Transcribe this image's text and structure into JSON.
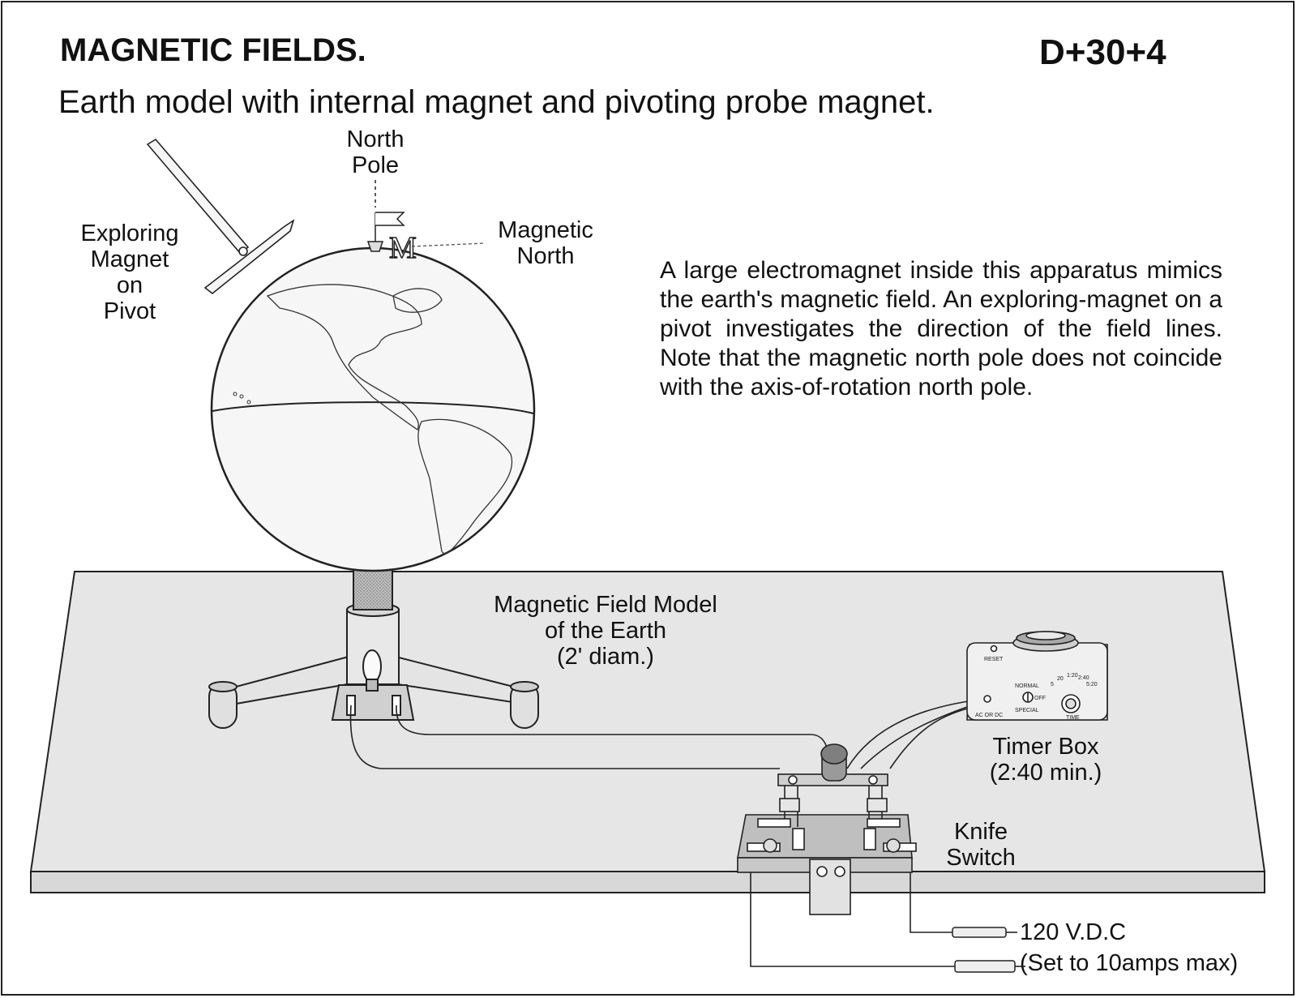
{
  "header": {
    "title": "MAGNETIC FIELDS.",
    "code": "D+30+4",
    "subtitle": "Earth model with internal magnet and pivoting probe magnet."
  },
  "labels": {
    "north_pole": [
      "North",
      "Pole"
    ],
    "magnetic_north": [
      "Magnetic",
      "North"
    ],
    "exploring_magnet": [
      "Exploring",
      "Magnet",
      "on",
      "Pivot"
    ],
    "model": [
      "Magnetic Field Model",
      "of the Earth",
      "(2' diam.)"
    ],
    "timer_box": [
      "Timer Box",
      "(2:40 min.)"
    ],
    "knife_switch": [
      "Knife",
      "Switch"
    ],
    "power": [
      "120 V.D.C",
      "(Set to 10amps max)"
    ]
  },
  "description": "A large electromagnet inside this apparatus mimics the earth's magnetic field.  An exploring-magnet on a pivot investigates the direction of the field lines.  Note that the magnetic north pole does not coincide with the axis-of-rotation north pole.",
  "timer_panel": {
    "reset": "RESET",
    "normal": "NORMAL",
    "off": "OFF",
    "special": "SPECIAL",
    "ac_dc": "AC OR DC",
    "time": "TIME",
    "dial_marks": [
      "5",
      "20",
      "1:20",
      "2:40",
      "5:20"
    ]
  },
  "globe_marker": "M"
}
